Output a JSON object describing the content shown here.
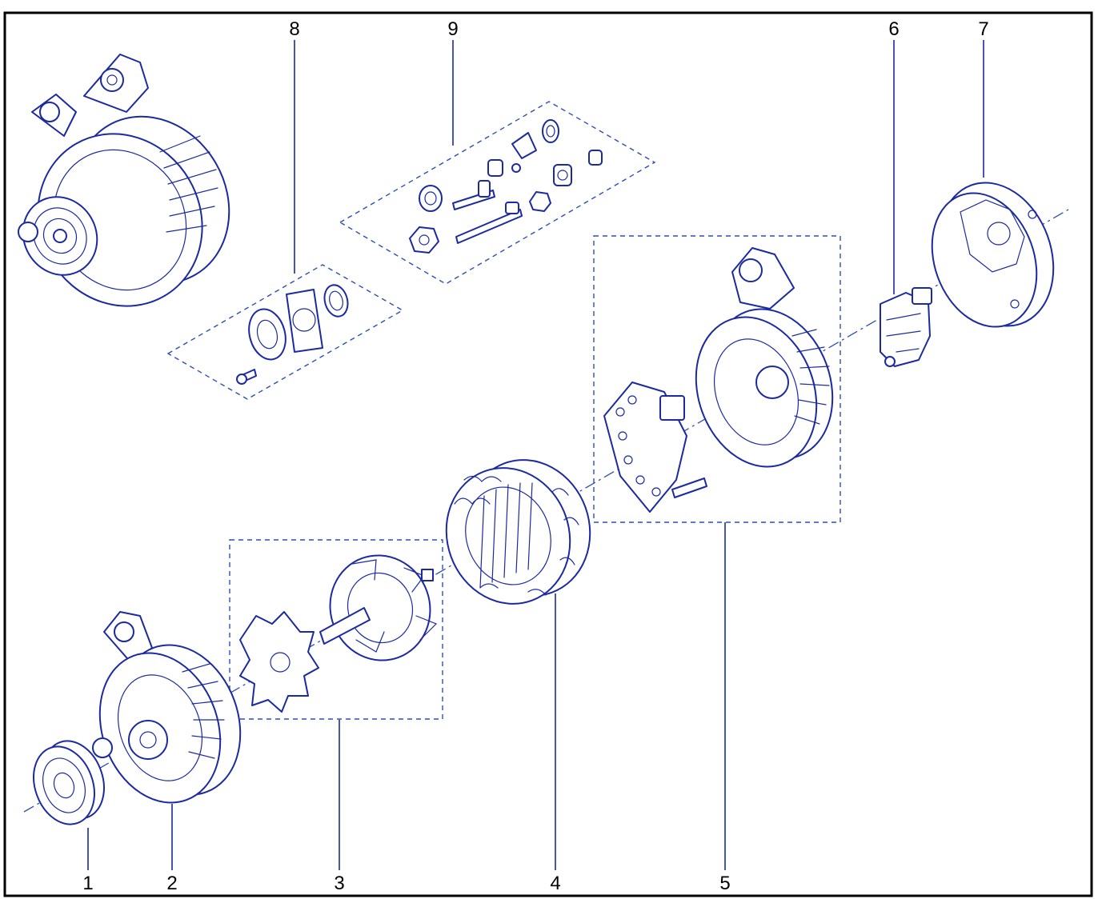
{
  "diagram": {
    "callouts": [
      {
        "id": "1",
        "label": "1"
      },
      {
        "id": "2",
        "label": "2"
      },
      {
        "id": "3",
        "label": "3"
      },
      {
        "id": "4",
        "label": "4"
      },
      {
        "id": "5",
        "label": "5"
      },
      {
        "id": "6",
        "label": "6"
      },
      {
        "id": "7",
        "label": "7"
      },
      {
        "id": "8",
        "label": "8"
      },
      {
        "id": "9",
        "label": "9"
      }
    ],
    "colors": {
      "line": "#1b2aa0",
      "dash": "#2d4fb0",
      "frame": "#000000",
      "text": "#000000"
    }
  }
}
